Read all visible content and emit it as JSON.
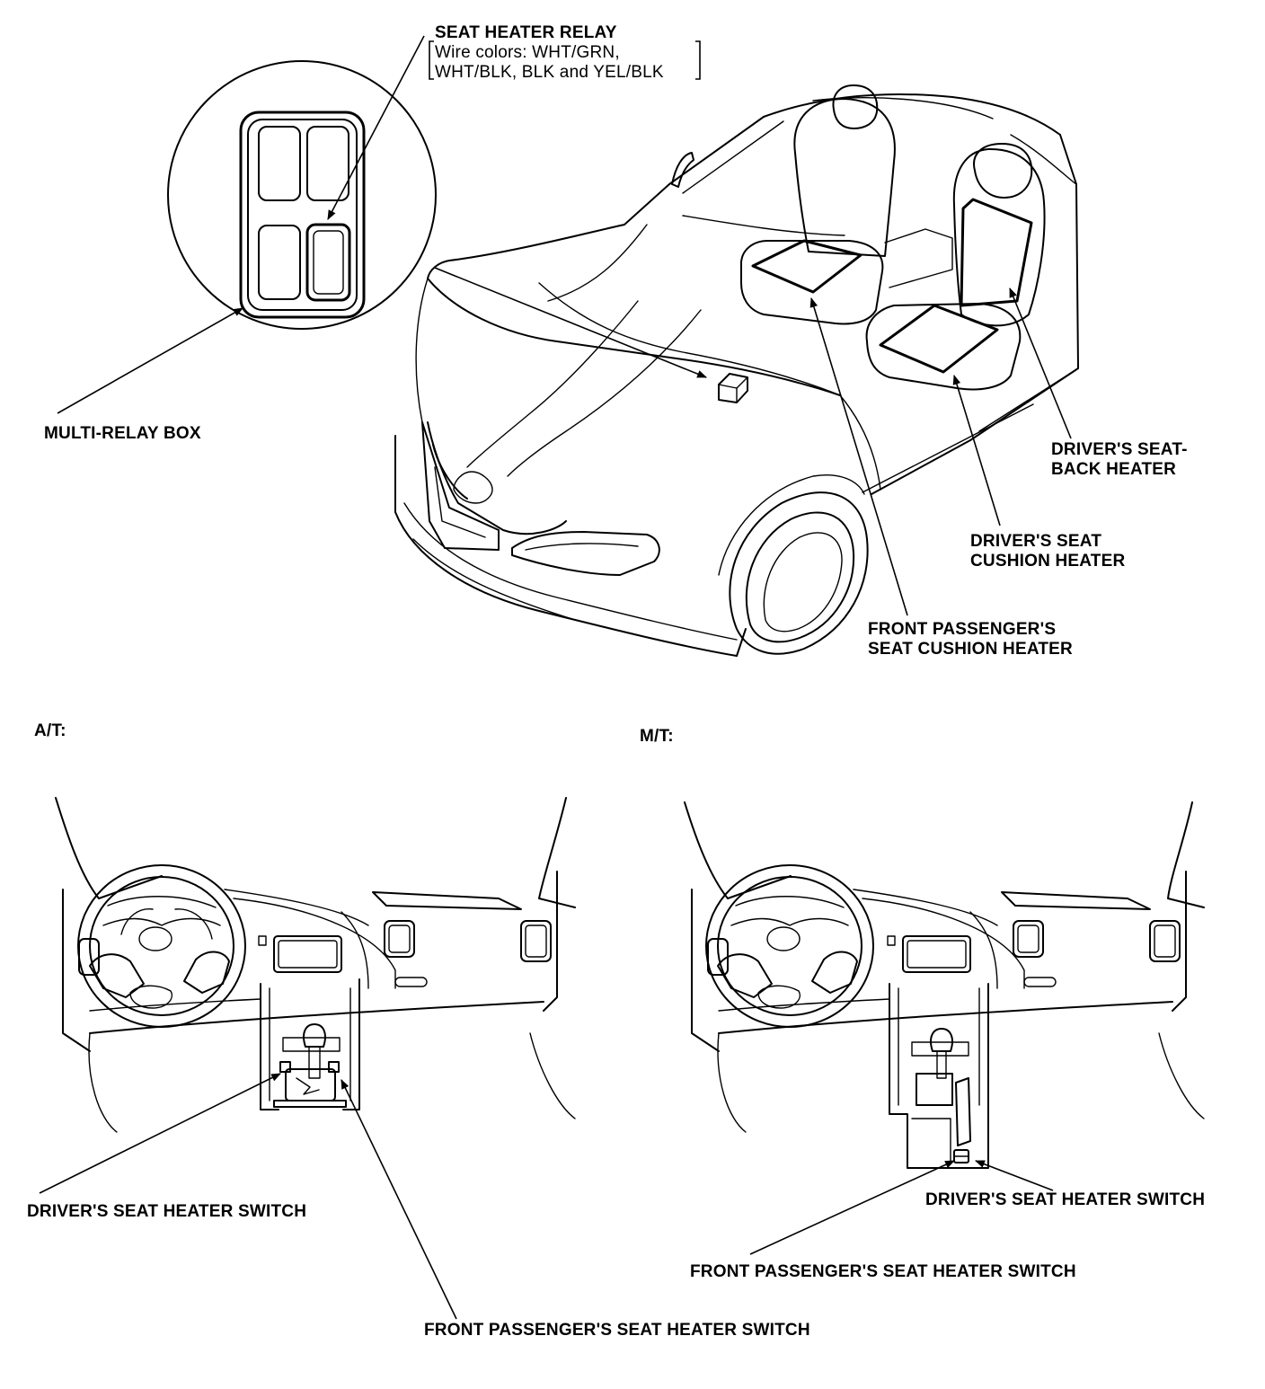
{
  "labels": {
    "seat_heater_relay": {
      "title": "SEAT HEATER RELAY",
      "wire_colors_line1": "Wire colors: WHT/GRN,",
      "wire_colors_line2": "WHT/BLK, BLK and YEL/BLK"
    },
    "multi_relay_box": "MULTI-RELAY BOX",
    "drivers_seatback_heater": {
      "line1": "DRIVER'S SEAT-",
      "line2": "BACK HEATER"
    },
    "drivers_seat_cushion_heater": {
      "line1": "DRIVER'S SEAT",
      "line2": "CUSHION HEATER"
    },
    "front_passengers_seat_cushion_heater": {
      "line1": "FRONT PASSENGER'S",
      "line2": "SEAT CUSHION HEATER"
    }
  },
  "at_view": {
    "heading": "A/T:",
    "drivers_switch": "DRIVER'S SEAT HEATER SWITCH",
    "passengers_switch": "FRONT PASSENGER'S SEAT HEATER SWITCH"
  },
  "mt_view": {
    "heading": "M/T:",
    "drivers_switch": "DRIVER'S SEAT HEATER SWITCH",
    "passengers_switch": "FRONT PASSENGER'S SEAT HEATER SWITCH"
  },
  "colors": {
    "line": "#000000",
    "background": "#ffffff"
  }
}
